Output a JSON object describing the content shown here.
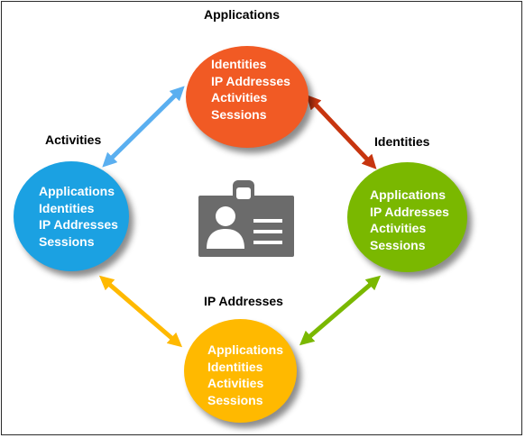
{
  "headings": {
    "top": "Applications",
    "left": "Activities",
    "right": "Identities",
    "bottom": "IP Addresses"
  },
  "circles": {
    "top": {
      "color": "#f15a24",
      "items": [
        "Identities",
        "IP Addresses",
        "Activities",
        "Sessions"
      ]
    },
    "left": {
      "color": "#1ba1e2",
      "items": [
        "Applications",
        "Identities",
        "IP Addresses",
        "Sessions"
      ]
    },
    "right": {
      "color": "#7ab800",
      "items": [
        "Applications",
        "IP Addresses",
        "Activities",
        "Sessions"
      ]
    },
    "bottom": {
      "color": "#ffb900",
      "items": [
        "Applications",
        "Identities",
        "Activities",
        "Sessions"
      ]
    }
  },
  "arrows": {
    "top_left": "#5aaff0",
    "top_right": "#c7350f",
    "left_bottom": "#ffb900",
    "bottom_right": "#7ab800"
  },
  "center_icon": {
    "name": "id-badge-icon",
    "color": "#6b6b6b"
  }
}
